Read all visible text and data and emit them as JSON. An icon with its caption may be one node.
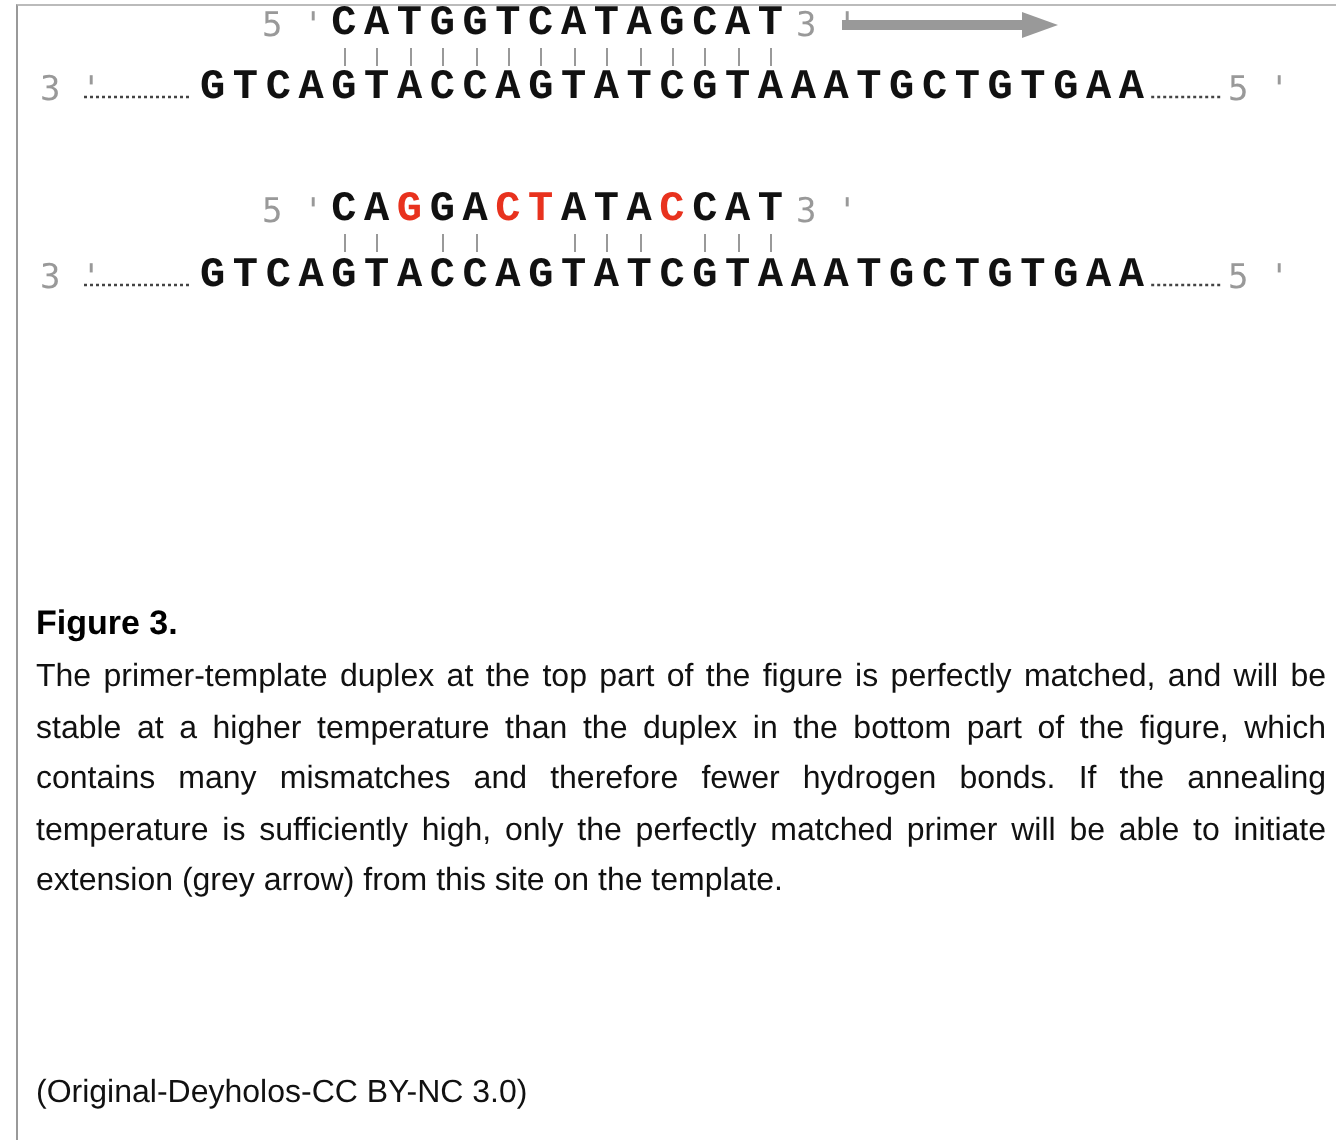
{
  "diagram": {
    "title": "Figure 3.",
    "caption": "The primer-template duplex at the top part of the figure is perfectly matched, and will be stable at a higher temperature than the duplex in the bottom part of the figure, which contains many mismatches and therefore fewer hydrogen bonds. If the annealing temperature is sufficiently high, only the perfectly matched primer will be able to initiate extension (grey arrow) from this site on the template.",
    "labels": [
      "5 '",
      "CATGGTCATAGCAT",
      "3 '",
      "3 '",
      "GTCAGTACCAGTATCGTAAATGCTGTGAA",
      "5 '",
      "5 '",
      "CAGGACTATACCAT",
      "3 '",
      "3 '",
      "GTCAGTACCAGTATCGTAAATGCTGTGAA",
      "5 '",
      "(Original-Deyholos-CC BY-NC 3.0)"
    ]
  }
}
